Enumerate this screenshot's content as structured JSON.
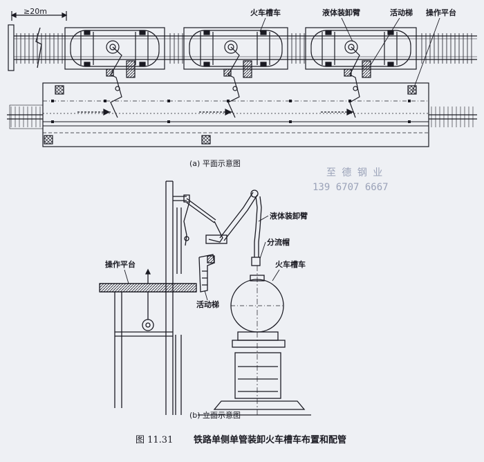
{
  "plan": {
    "dimension": "≥20m",
    "labels": {
      "tank_car": "火车槽车",
      "loading_arm": "液体装卸臂",
      "movable_ladder": "活动梯",
      "platform": "操作平台"
    },
    "caption": "(a) 平面示意图"
  },
  "elevation": {
    "labels": {
      "loading_arm": "液体装卸臂",
      "flow_cap": "分流帽",
      "tank_car": "火车槽车",
      "platform": "操作平台",
      "movable_ladder": "活动梯"
    },
    "caption": "(b) 立面示意图"
  },
  "watermark": {
    "line1": "至 德 钢 业",
    "line2": "139 6707 6667"
  },
  "figure": {
    "number": "图 11.31",
    "title": "铁路单侧单管装卸火车槽车布置和配管"
  },
  "colors": {
    "background": "#eef0f4",
    "ink": "#1a1a22",
    "watermark": "#9aa2b8"
  }
}
